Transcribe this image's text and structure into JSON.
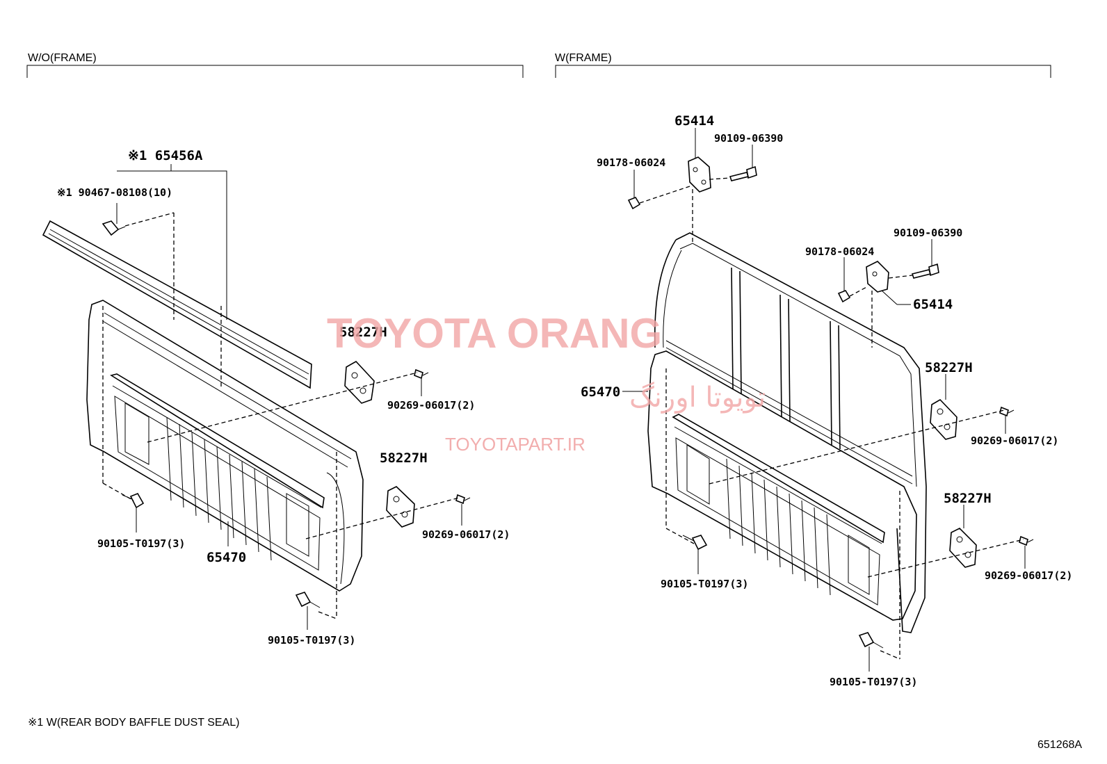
{
  "sections": {
    "left_title": "W/O(FRAME)",
    "right_title": "W(FRAME)"
  },
  "left_parts": {
    "seal_group": "※1 65456A",
    "clip": "※1 90467-08108(10)",
    "plate_upper": "58227H",
    "screw_upper": "90269-06017(2)",
    "plate_lower": "58227H",
    "screw_lower": "90269-06017(2)",
    "bolt_left": "90105-T0197(3)",
    "panel": "65470",
    "bolt_bottom": "90105-T0197(3)"
  },
  "right_parts": {
    "bracket_top": "65414",
    "bolt_top": "90109-06390",
    "nut_top": "90178-06024",
    "bolt_mid": "90109-06390",
    "nut_mid": "90178-06024",
    "bracket_mid": "65414",
    "panel": "65470",
    "plate_upper": "58227H",
    "screw_upper": "90269-06017(2)",
    "plate_lower": "58227H",
    "screw_lower": "90269-06017(2)",
    "bolt_left": "90105-T0197(3)",
    "bolt_bottom": "90105-T0197(3)"
  },
  "watermark": {
    "brand": "TOYOTA ORANG",
    "persian": "تویوتا اورنگ",
    "site": "TOYOTAPART.IR"
  },
  "footnote": "※1  W(REAR BODY BAFFLE DUST SEAL)",
  "diagram_code": "651268A"
}
